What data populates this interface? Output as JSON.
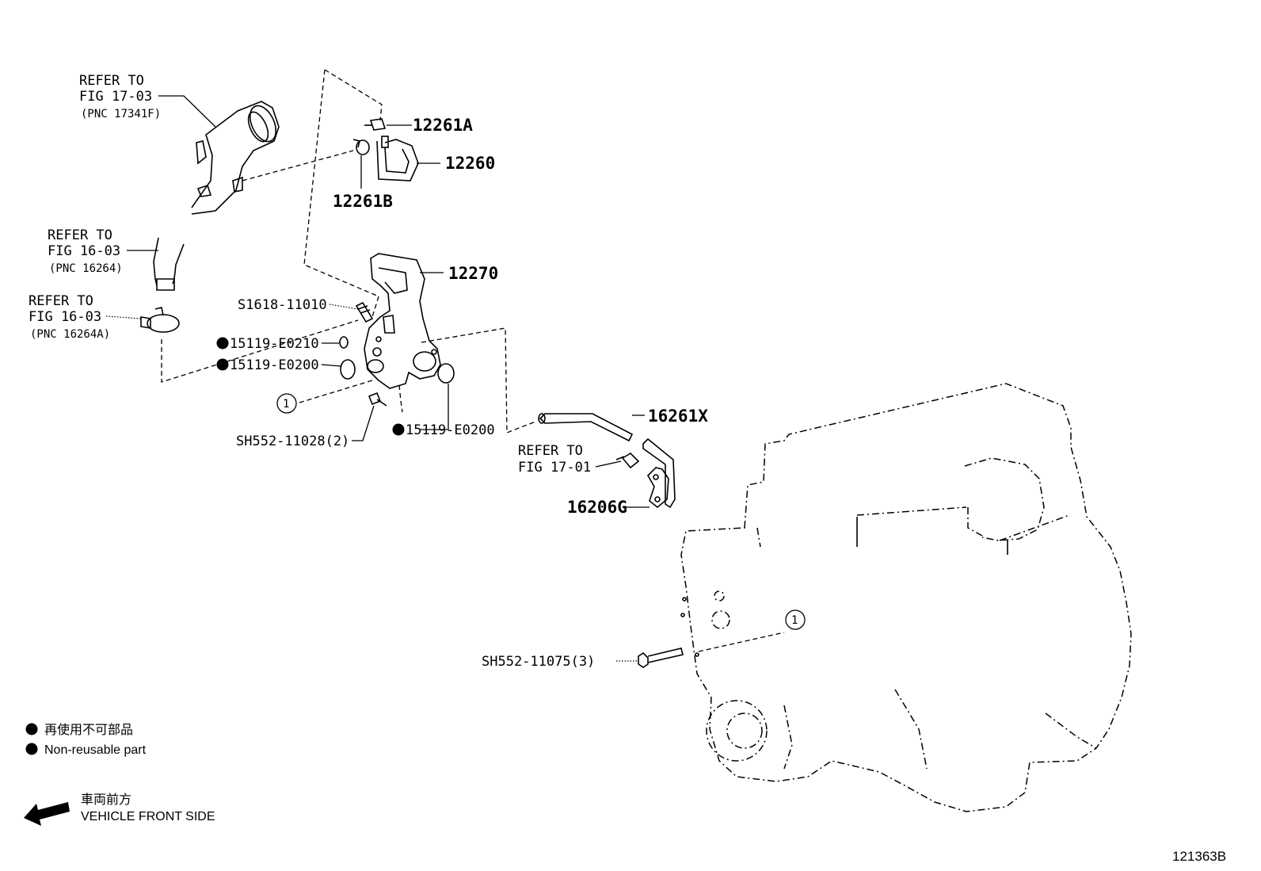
{
  "colors": {
    "line": "#000000",
    "background": "#ffffff"
  },
  "refs": {
    "fig17_03": {
      "l1": "REFER TO",
      "l2": "FIG 17-03",
      "l3": "(PNC 17341F)"
    },
    "fig16_03a": {
      "l1": "REFER TO",
      "l2": "FIG 16-03",
      "l3": "(PNC 16264)"
    },
    "fig16_03b": {
      "l1": "REFER TO",
      "l2": "FIG 16-03",
      "l3": "(PNC 16264A)"
    },
    "fig17_01": {
      "l1": "REFER TO",
      "l2": "FIG 17-01"
    }
  },
  "parts": {
    "p12261A": "12261A",
    "p12260": "12260",
    "p12261B": "12261B",
    "p12270": "12270",
    "s1618": "S1618-11010",
    "g1": "15119-E0210",
    "g2": "15119-E0200",
    "g3": "15119-E0200",
    "sh552_11028": "SH552-11028(2)",
    "p16261X": "16261X",
    "p16206G": "16206G",
    "sh552_11075": "SH552-11075(3)"
  },
  "callout": "1",
  "legend": {
    "jp": "再使用不可部品",
    "en": "Non-reusable part",
    "front_jp": "車両前方",
    "front_en": "VEHICLE FRONT SIDE"
  },
  "figure_id": "121363B"
}
